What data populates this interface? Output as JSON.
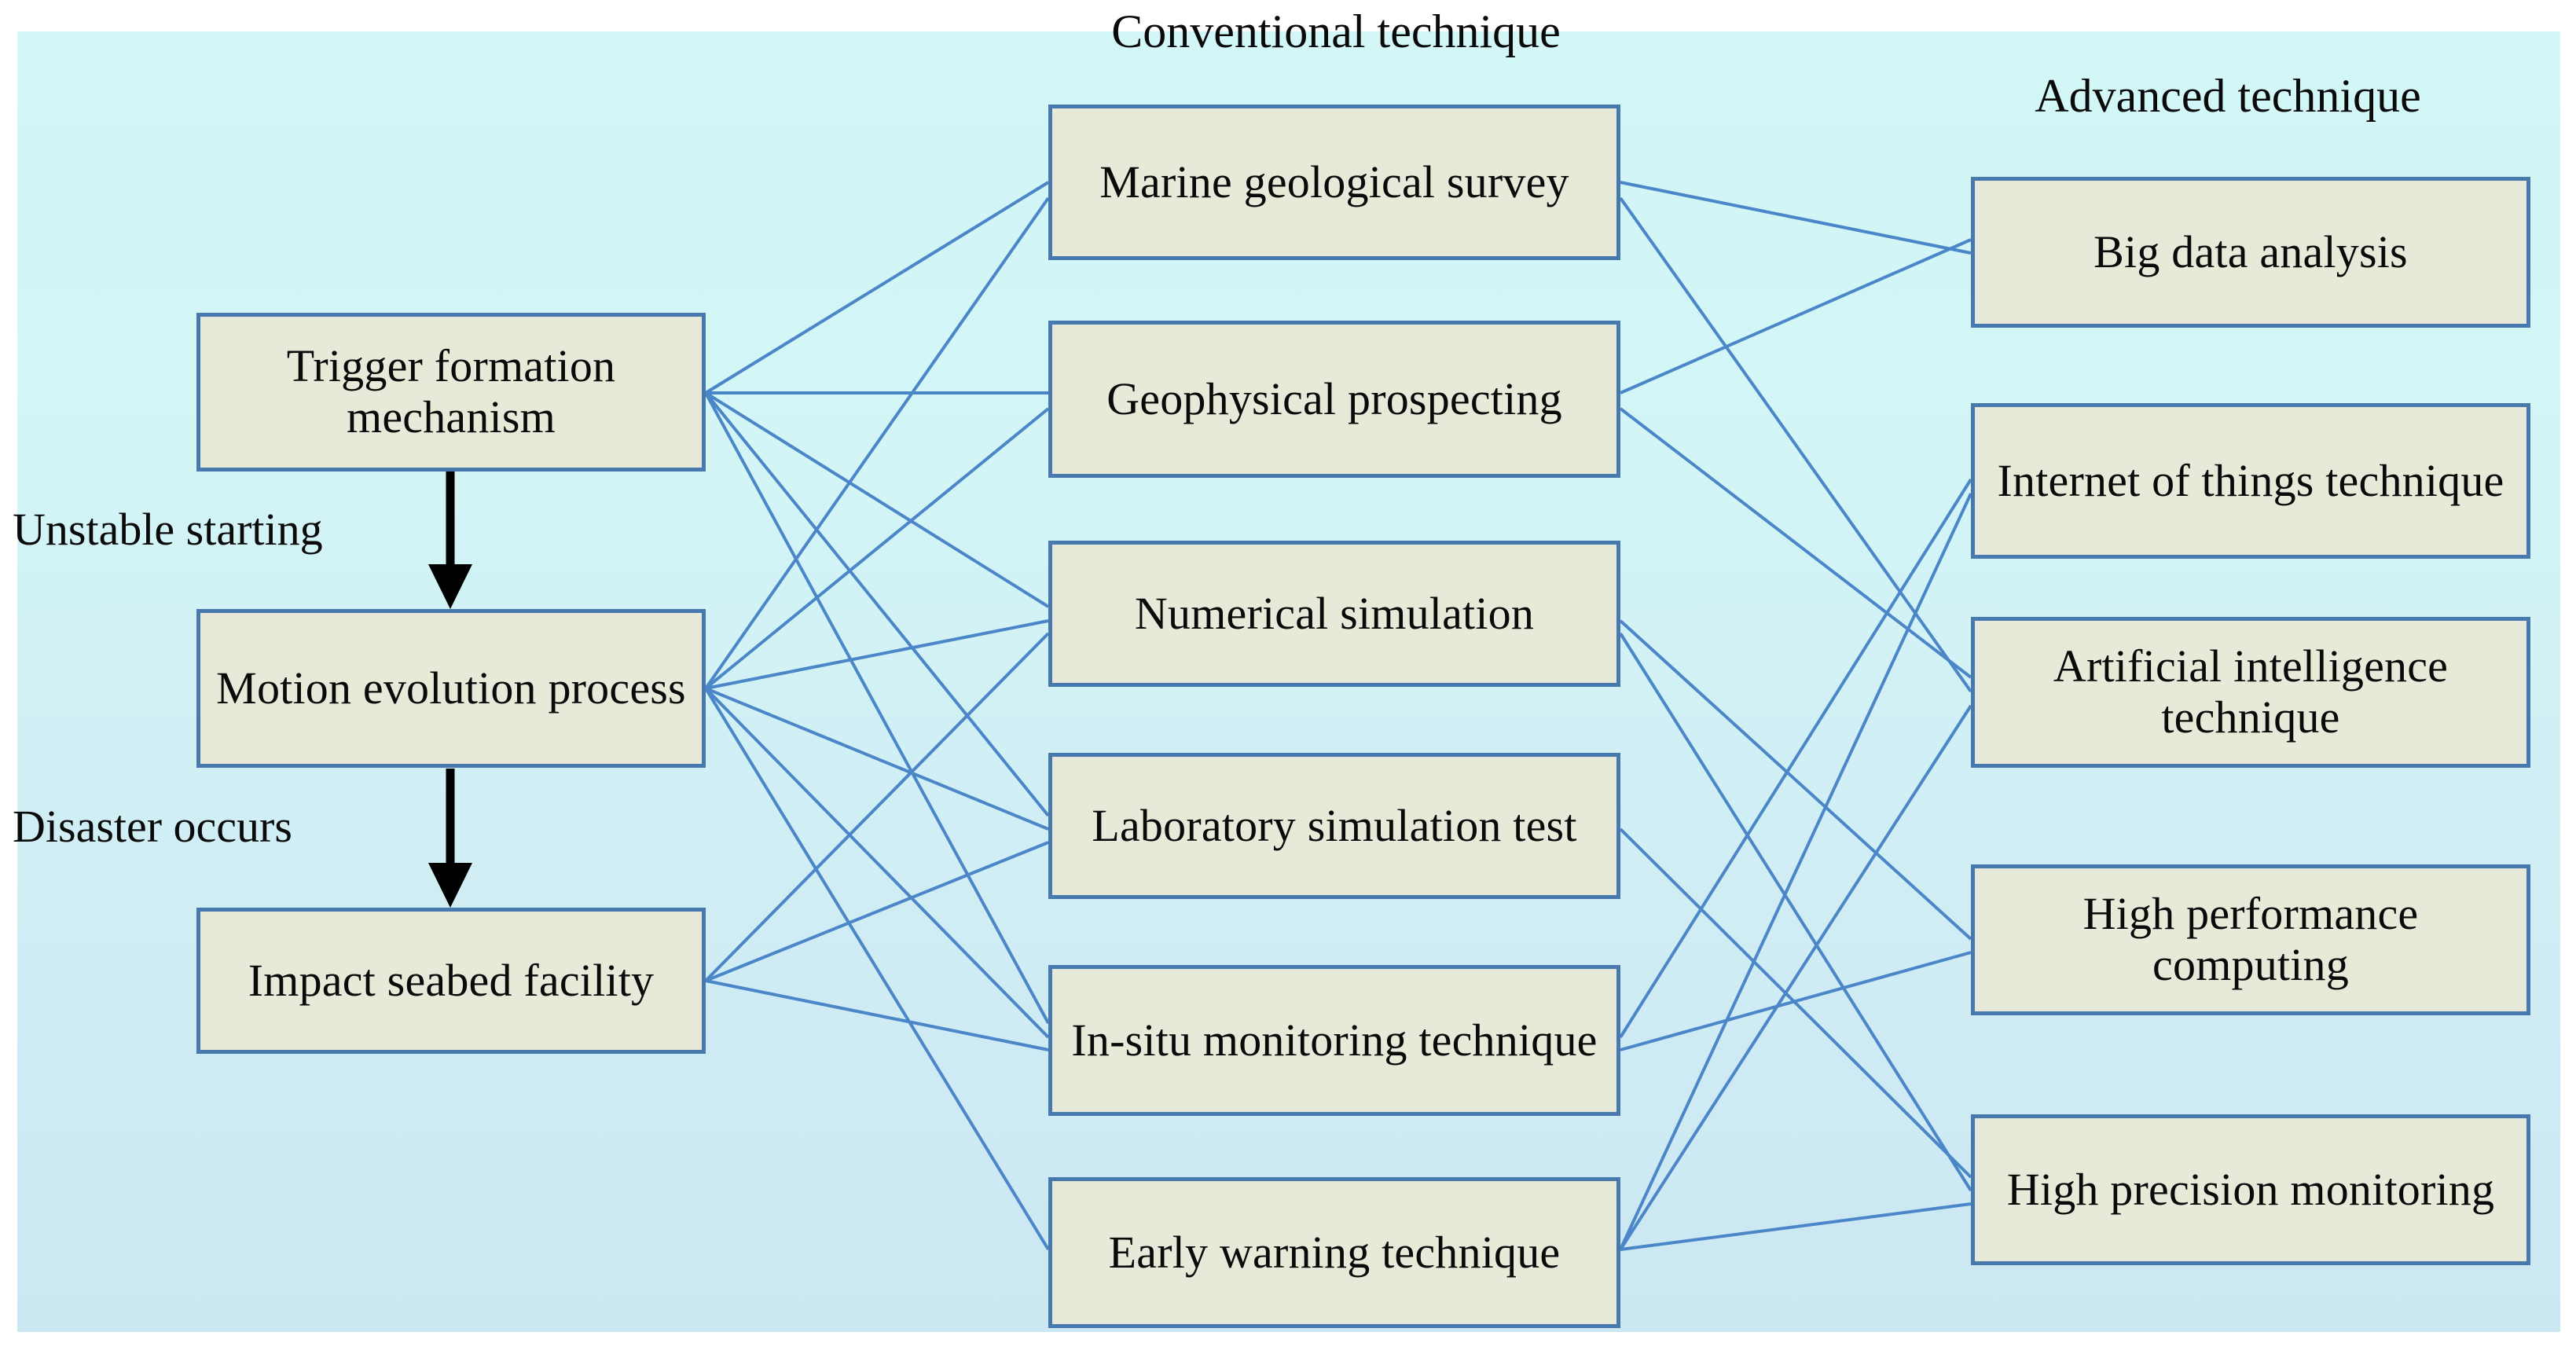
{
  "figure": {
    "type": "flow-diagram",
    "background_top_color": "#d2f7f6",
    "background_bottom_color": "#cbe7f2",
    "node_fill_color": "#e7ead8",
    "node_border_color": "#4879ae",
    "connector_color": "#4a86c8",
    "arrow_color": "#000000"
  },
  "column_labels": {
    "conventional": "Conventional technique",
    "advanced": "Advanced technique"
  },
  "process_column": {
    "nodes": [
      {
        "id": "trigger",
        "label": "Trigger formation mechanism"
      },
      {
        "id": "motion",
        "label": "Motion evolution process"
      },
      {
        "id": "impact",
        "label": "Impact seabed facility"
      }
    ],
    "arrow_labels": [
      {
        "id": "unstable",
        "label": "Unstable starting"
      },
      {
        "id": "disaster",
        "label": "Disaster occurs"
      }
    ]
  },
  "conventional_column": {
    "nodes": [
      {
        "id": "marine",
        "label": "Marine geological survey"
      },
      {
        "id": "geophysical",
        "label": "Geophysical prospecting"
      },
      {
        "id": "numerical",
        "label": "Numerical simulation"
      },
      {
        "id": "laboratory",
        "label": "Laboratory simulation test"
      },
      {
        "id": "insitu",
        "label": "In-situ monitoring technique"
      },
      {
        "id": "earlywarn",
        "label": "Early warning technique"
      }
    ]
  },
  "advanced_column": {
    "nodes": [
      {
        "id": "bigdata",
        "label": "Big data analysis"
      },
      {
        "id": "iot",
        "label": "Internet of things technique"
      },
      {
        "id": "ai",
        "label": "Artificial intelligence technique"
      },
      {
        "id": "hpc",
        "label": "High performance computing"
      },
      {
        "id": "precision",
        "label": "High precision monitoring"
      }
    ]
  },
  "links": {
    "process_to_conventional": [
      [
        "trigger",
        "marine"
      ],
      [
        "trigger",
        "geophysical"
      ],
      [
        "trigger",
        "numerical"
      ],
      [
        "trigger",
        "laboratory"
      ],
      [
        "trigger",
        "insitu"
      ],
      [
        "motion",
        "marine"
      ],
      [
        "motion",
        "geophysical"
      ],
      [
        "motion",
        "numerical"
      ],
      [
        "motion",
        "laboratory"
      ],
      [
        "motion",
        "insitu"
      ],
      [
        "motion",
        "earlywarn"
      ],
      [
        "impact",
        "numerical"
      ],
      [
        "impact",
        "laboratory"
      ],
      [
        "impact",
        "insitu"
      ]
    ],
    "conventional_to_advanced": [
      [
        "marine",
        "bigdata"
      ],
      [
        "marine",
        "ai"
      ],
      [
        "geophysical",
        "bigdata"
      ],
      [
        "geophysical",
        "ai"
      ],
      [
        "numerical",
        "hpc"
      ],
      [
        "numerical",
        "precision"
      ],
      [
        "laboratory",
        "precision"
      ],
      [
        "insitu",
        "iot"
      ],
      [
        "insitu",
        "hpc"
      ],
      [
        "earlywarn",
        "iot"
      ],
      [
        "earlywarn",
        "ai"
      ],
      [
        "earlywarn",
        "precision"
      ]
    ]
  }
}
